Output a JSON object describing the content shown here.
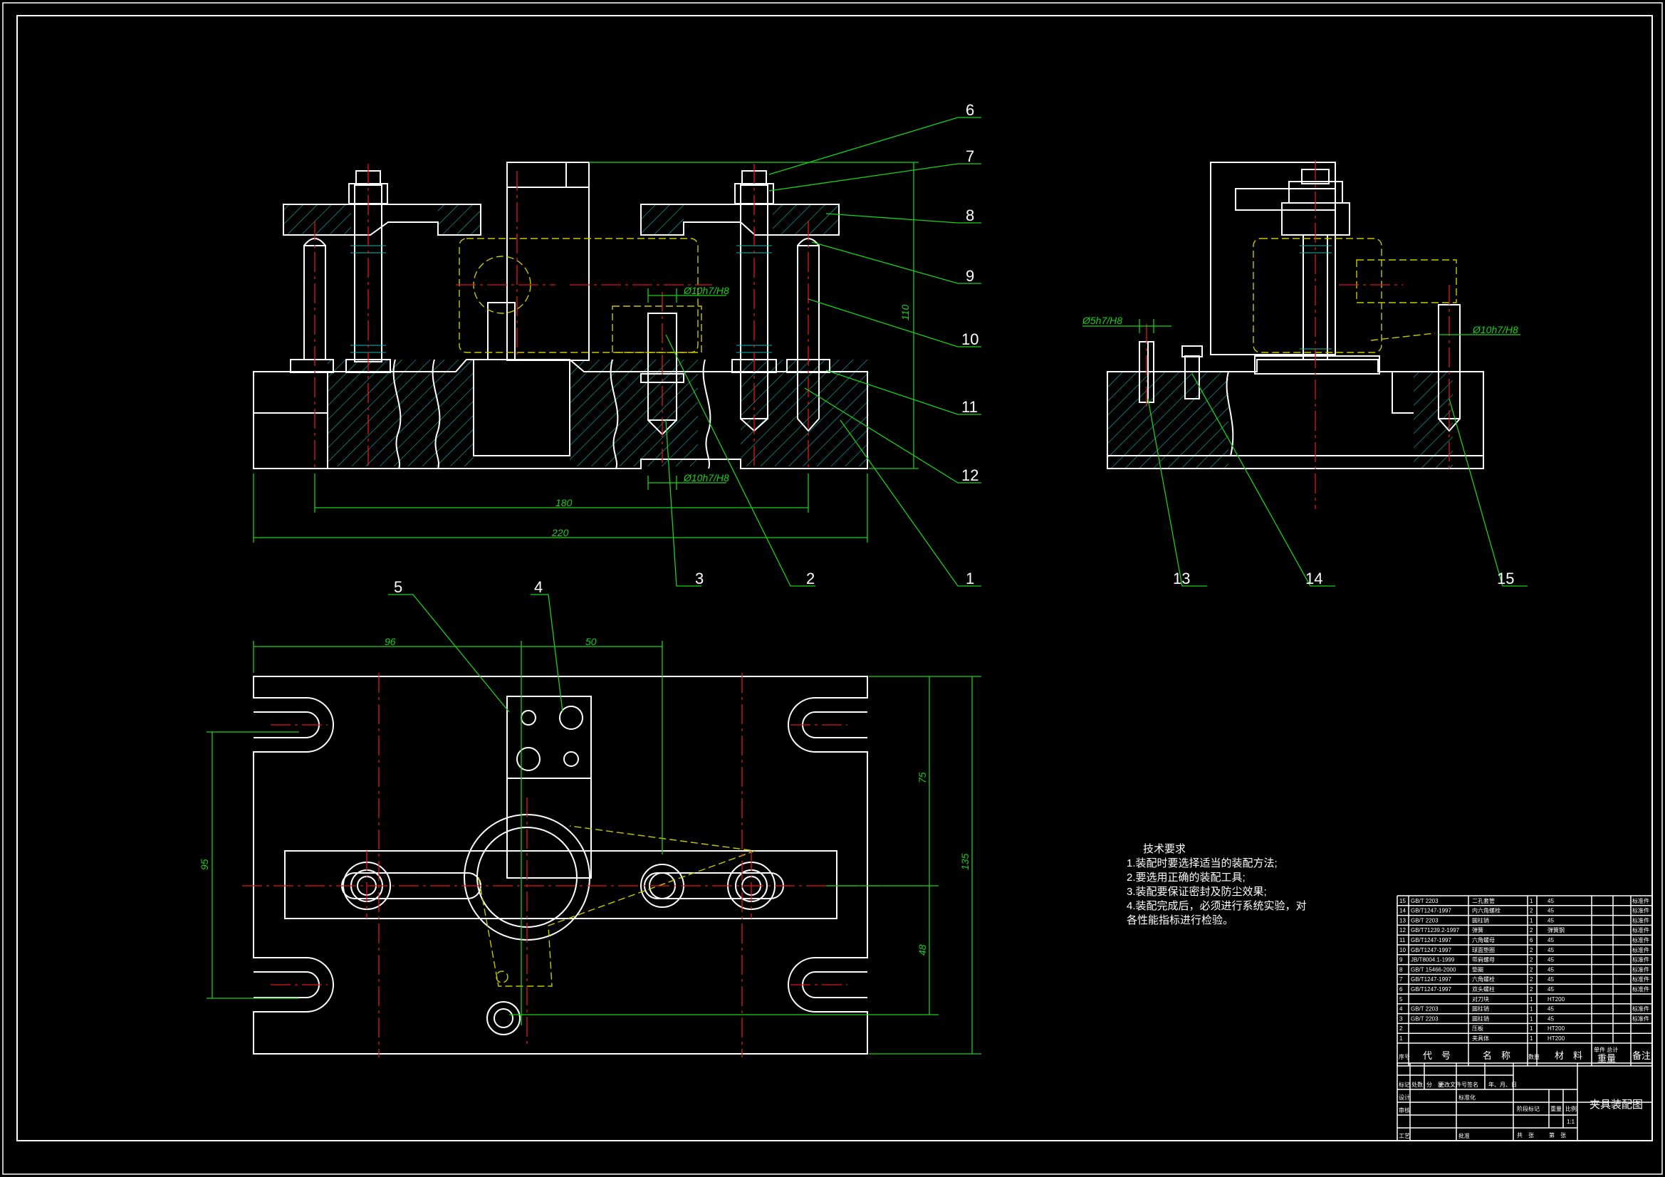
{
  "colors": {
    "background": "#000000",
    "outline": "#ffffff",
    "dimension": "#1ad11a",
    "centerline": "#e01818",
    "phantom": "#c8c800",
    "hatch": "#14b8b8"
  },
  "callouts": [
    "1",
    "2",
    "3",
    "4",
    "5",
    "6",
    "7",
    "8",
    "9",
    "10",
    "11",
    "12",
    "13",
    "14",
    "15"
  ],
  "dimensions": {
    "d180": "180",
    "d220": "220",
    "d96": "96",
    "d50": "50",
    "d95": "95",
    "d75": "75",
    "d48": "48",
    "d135": "135",
    "d110": "110",
    "fit1": "Ø10h7/H8",
    "fit2": "Ø10h7/H8",
    "fit3": "Ø5h7/H8",
    "fit4": "Ø10h7/H8"
  },
  "notes": {
    "title": "技术要求",
    "items": [
      "1.装配时要选择适当的装配方法;",
      "2.要选用正确的装配工具;",
      "3.装配要保证密封及防尘效果;",
      "4.装配完成后，必须进行系统实验，对",
      "各性能指标进行检验。"
    ]
  },
  "bom": {
    "rows": [
      {
        "no": "15",
        "code": "GB/T 2203",
        "name": "二孔套管",
        "qty": "1",
        "mat": "45",
        "note": "标准件"
      },
      {
        "no": "14",
        "code": "GB/T1247-1997",
        "name": "内六角螺栓",
        "qty": "2",
        "mat": "45",
        "note": "标准件"
      },
      {
        "no": "13",
        "code": "GB/T 2203",
        "name": "圆柱销",
        "qty": "1",
        "mat": "45",
        "note": "标准件"
      },
      {
        "no": "12",
        "code": "GB/T71239.2-1997",
        "name": "弹簧",
        "qty": "2",
        "mat": "弹簧钢",
        "note": "标准件"
      },
      {
        "no": "11",
        "code": "GB/T1247-1997",
        "name": "六角螺母",
        "qty": "6",
        "mat": "45",
        "note": "标准件"
      },
      {
        "no": "10",
        "code": "GB/T1247-1997",
        "name": "球面垫圈",
        "qty": "2",
        "mat": "45",
        "note": "标准件"
      },
      {
        "no": "9",
        "code": "JB/T8004.1-1999",
        "name": "带肩螺母",
        "qty": "2",
        "mat": "45",
        "note": "标准件"
      },
      {
        "no": "8",
        "code": "GB/T 15466-2000",
        "name": "垫圈",
        "qty": "2",
        "mat": "45",
        "note": "标准件"
      },
      {
        "no": "7",
        "code": "GB/T1247-1997",
        "name": "六角螺栓",
        "qty": "2",
        "mat": "45",
        "note": "标准件"
      },
      {
        "no": "6",
        "code": "GB/T1247-1997",
        "name": "双头螺柱",
        "qty": "2",
        "mat": "45",
        "note": "标准件"
      },
      {
        "no": "5",
        "code": "",
        "name": "对刀块",
        "qty": "1",
        "mat": "HT200",
        "note": ""
      },
      {
        "no": "4",
        "code": "GB/T 2203",
        "name": "圆柱销",
        "qty": "1",
        "mat": "45",
        "note": "标准件"
      },
      {
        "no": "3",
        "code": "GB/T 2203",
        "name": "圆柱销",
        "qty": "1",
        "mat": "45",
        "note": "标准件"
      },
      {
        "no": "2",
        "code": "",
        "name": "压板",
        "qty": "1",
        "mat": "HT200",
        "note": ""
      },
      {
        "no": "1",
        "code": "",
        "name": "夹具体",
        "qty": "1",
        "mat": "HT200",
        "note": ""
      }
    ],
    "header": {
      "no": "序号",
      "code": "代　号",
      "name": "名　称",
      "qty": "数量",
      "mat": "材　料",
      "weight": "单件 总计",
      "weight2": "重量",
      "note": "备注"
    }
  },
  "titleblock": {
    "drawing_title": "夹具装配图",
    "r1": [
      "标记",
      "处数",
      "分　区",
      "更改文件号",
      "签名",
      "年、月、日"
    ],
    "r2": "设计",
    "r2b": "标准化",
    "r3": "审核",
    "r4": "工艺",
    "r4b": "批准",
    "stage": "阶段标记",
    "weight": "重量",
    "scale": "比例",
    "scale_val": "1:1",
    "sheet": [
      "共　张",
      "第　张"
    ]
  }
}
